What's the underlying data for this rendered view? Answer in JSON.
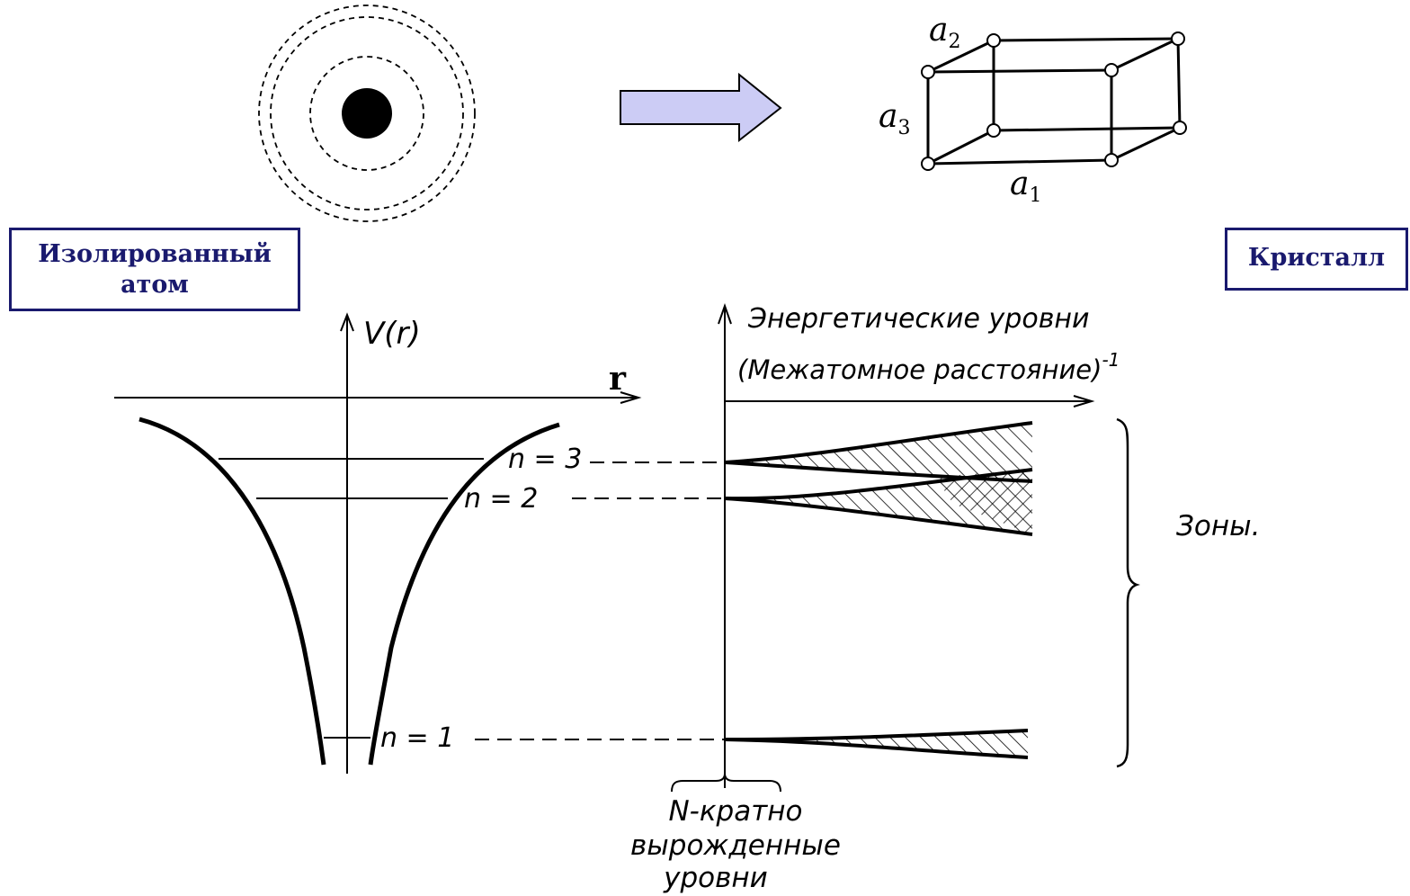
{
  "labels": {
    "isolated_atom": "Изолированный атом",
    "crystal": "Кристалл",
    "potential_axis": "V(r)",
    "r_axis": "r",
    "energy_levels": "Энергетические уровни",
    "interatomic_distance": "(Межатомное расстояние)",
    "inverse_exponent": "-1",
    "zones": "Зоны.",
    "n3": "n = 3",
    "n2": "n = 2",
    "n1": "n = 1",
    "degenerate_line1": "N-кратно",
    "degenerate_line2": "вырожденные",
    "degenerate_line3": "уровни"
  },
  "lattice_labels": {
    "a1": "a",
    "a1_sub": "1",
    "a2": "a",
    "a2_sub": "2",
    "a3": "a",
    "a3_sub": "3"
  },
  "colors": {
    "arrow_fill": "#ccccf5",
    "box_border": "#1a1a6e",
    "box_text": "#1a1a6e",
    "line": "#000000"
  },
  "icons": {
    "atom": "atom-with-orbits-icon",
    "arrow": "right-arrow-icon",
    "lattice": "crystal-unit-cell-icon"
  }
}
